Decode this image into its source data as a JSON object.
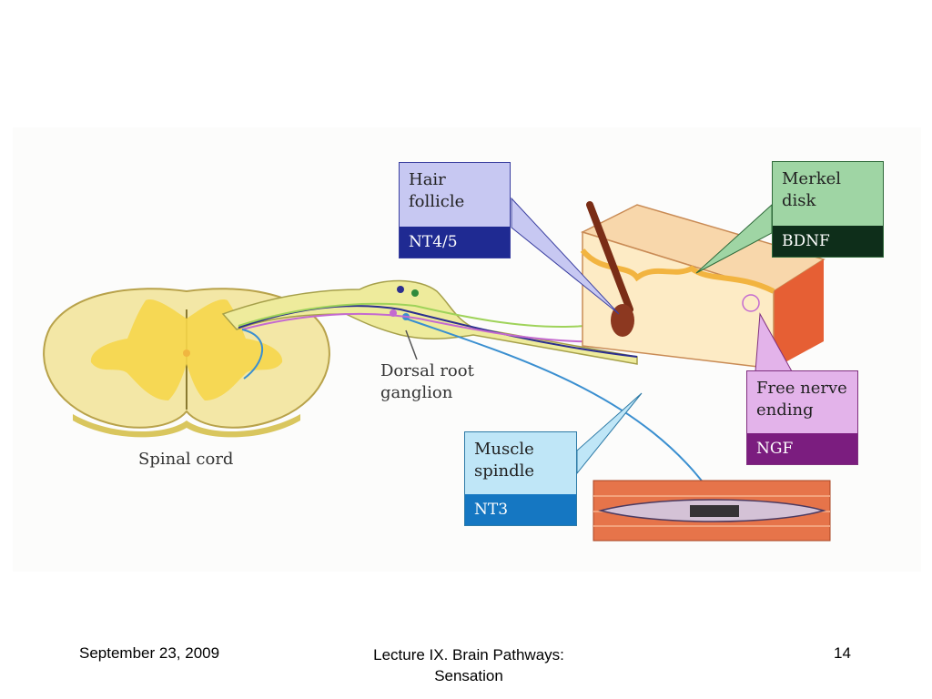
{
  "slide": {
    "figure": {
      "callouts": {
        "hair_follicle": {
          "name": "Hair follicle",
          "factor": "NT4/5"
        },
        "merkel_disk": {
          "name": "Merkel disk",
          "factor": "BDNF"
        },
        "free_nerve_ending": {
          "name": "Free nerve ending",
          "factor": "NGF"
        },
        "muscle_spindle": {
          "name": "Muscle spindle",
          "factor": "NT3"
        }
      },
      "labels": {
        "dorsal_root_ganglion": "Dorsal root ganglion",
        "spinal_cord": "Spinal cord"
      },
      "colors": {
        "nt45": "#1f2a92",
        "bdnf": "#0e2e1a",
        "ngf": "#7b1d7f",
        "nt3": "#1577c2"
      }
    },
    "footer": {
      "date": "September 23, 2009",
      "title": "Lecture IX. Brain Pathways: Sensation",
      "page": "14"
    }
  }
}
